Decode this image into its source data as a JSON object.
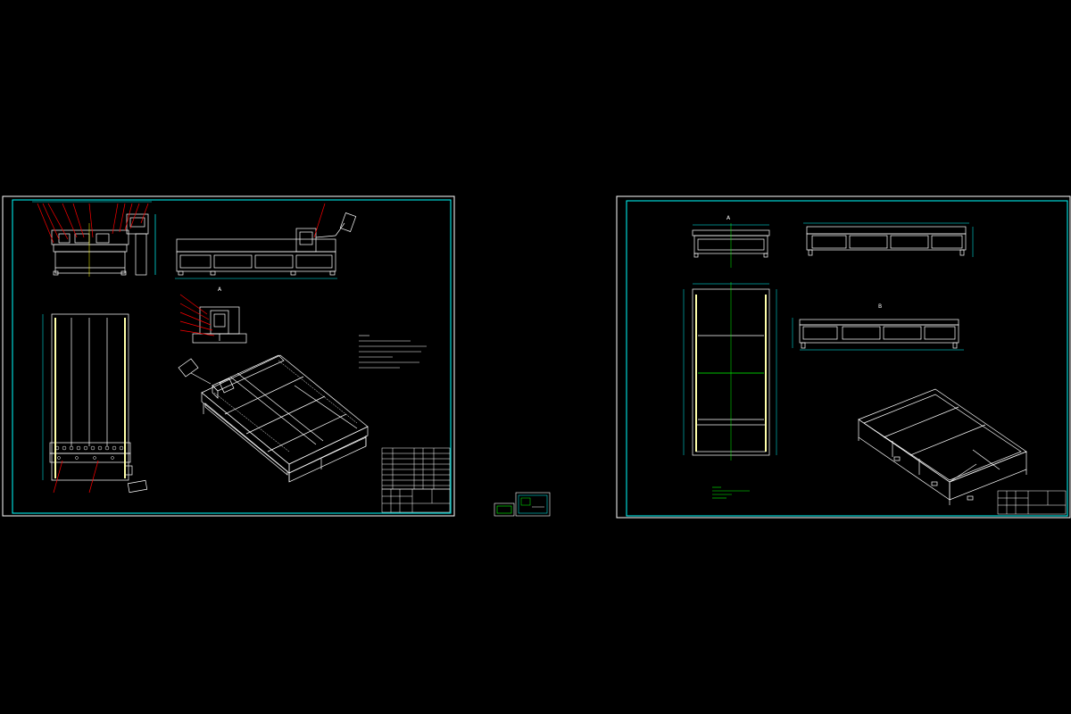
{
  "colors": {
    "background": "#000000",
    "frame": "#00ffff",
    "outline": "#ffffff",
    "leader": "#ff0000",
    "rail": "#ffffaa",
    "centerline": "#00ff00",
    "magenta": "#ff00ff"
  },
  "sheet_left": {
    "detail_marker": "A"
  },
  "sheet_right": {
    "section_marker": "A",
    "detail_marker": "B"
  }
}
